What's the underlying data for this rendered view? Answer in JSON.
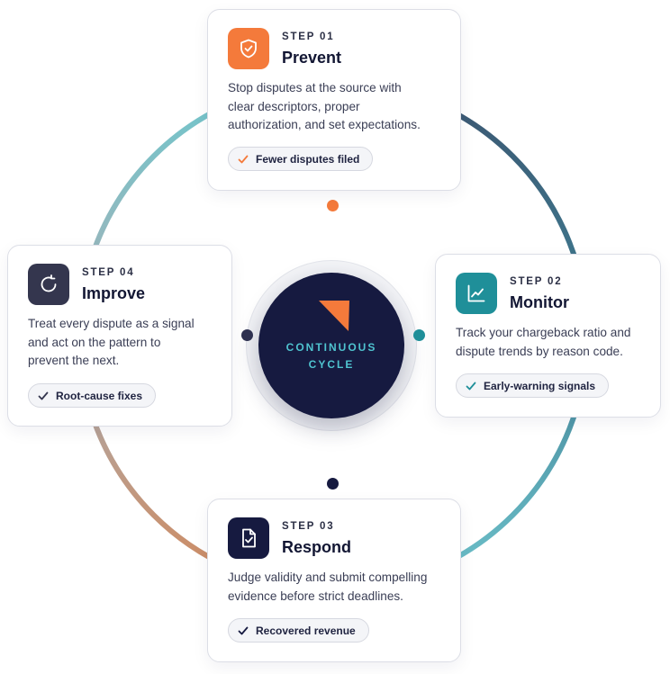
{
  "hub": {
    "line1": "CONTINUOUS",
    "line2": "CYCLE"
  },
  "colors": {
    "prevent": "#f47a3b",
    "monitor": "#1f8f99",
    "respond": "#161a40",
    "improve": "#34364e",
    "accent_teal": "#4fc3cf",
    "navy": "#161a40"
  },
  "steps": [
    {
      "step": "STEP 01",
      "title": "Prevent",
      "icon": "shield-check-icon",
      "desc": [
        "Stop disputes at the source with",
        "clear descriptors, proper",
        "authorization, and set expectations."
      ],
      "pill": "Fewer disputes filed"
    },
    {
      "step": "STEP 02",
      "title": "Monitor",
      "icon": "line-chart-icon",
      "desc": [
        "Track your chargeback ratio and",
        "dispute trends by reason code."
      ],
      "pill": "Early-warning signals"
    },
    {
      "step": "STEP 03",
      "title": "Respond",
      "icon": "document-check-icon",
      "desc": [
        "Judge validity and submit compelling",
        "evidence before strict deadlines."
      ],
      "pill": "Recovered revenue"
    },
    {
      "step": "STEP 04",
      "title": "Improve",
      "icon": "refresh-icon",
      "desc": [
        "Treat every dispute as a signal",
        "and act on the pattern to",
        "prevent the next."
      ],
      "pill": "Root-cause fixes"
    }
  ]
}
